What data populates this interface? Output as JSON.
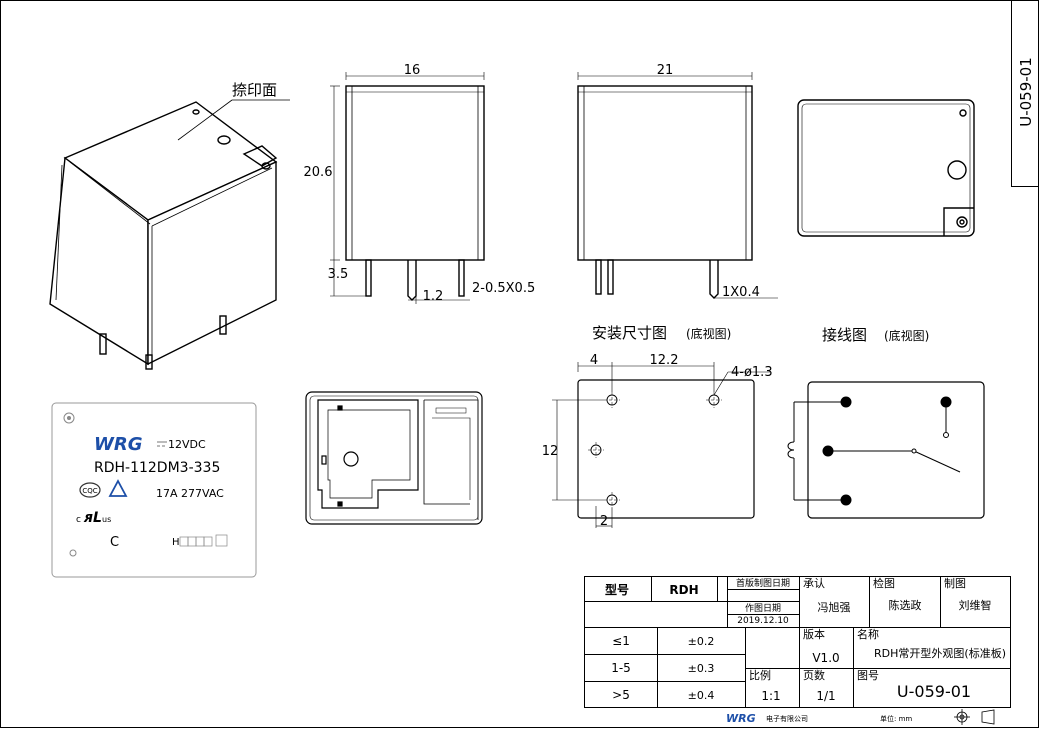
{
  "drawing_id": "U-059-01",
  "callout_print_face": "捺印面",
  "front_view": {
    "width": "16",
    "height": "20.6",
    "pin_length": "3.5",
    "pin_pitch": "1.2",
    "pin_size": "2-0.5X0.5"
  },
  "side_view": {
    "width": "21",
    "pin_size": "1X0.4"
  },
  "label": {
    "logo": "WRG",
    "coil_voltage": "12VDC",
    "model": "RDH-112DM3-335",
    "rating": "17A 277VAC",
    "cqc_mark": "CQC",
    "ul_mark_c": "c",
    "ul_mark_us": "us",
    "form_letter": "C",
    "date_code": "H"
  },
  "mount_title": "安装尺寸图",
  "mount_subtitle": "(底视图)",
  "mount_dims": {
    "left": "4",
    "pitch": "12.2",
    "holes": "4-ø1.3",
    "vertical": "12",
    "bottom": "2"
  },
  "wiring_title": "接线图",
  "wiring_subtitle": "(底视图)",
  "title_block": {
    "model_label": "型号",
    "model_value": "RDH",
    "first_date_label": "首版制图日期",
    "draw_date_label": "作图日期",
    "draw_date": "2019.12.10",
    "approve_label": "承认",
    "approver": "冯旭强",
    "check_label": "检图",
    "checker": "陈选政",
    "draft_label": "制图",
    "drafter": "刘维智",
    "tolerances": [
      {
        "range": "≤1",
        "tol": "±0.2"
      },
      {
        "range": "1-5",
        "tol": "±0.3"
      },
      {
        "range": ">5",
        "tol": "±0.4"
      }
    ],
    "version_label": "版本",
    "version": "V1.0",
    "name_label": "名称",
    "name_value": "RDH常开型外观图(标准板)",
    "scale_label": "比例",
    "scale": "1:1",
    "pages_label": "页数",
    "pages": "1/1",
    "drawing_no_label": "图号",
    "drawing_no": "U-059-01",
    "footer_logo": "WRG",
    "footer_company": "电子有限公司",
    "unit_label": "单位: mm"
  }
}
